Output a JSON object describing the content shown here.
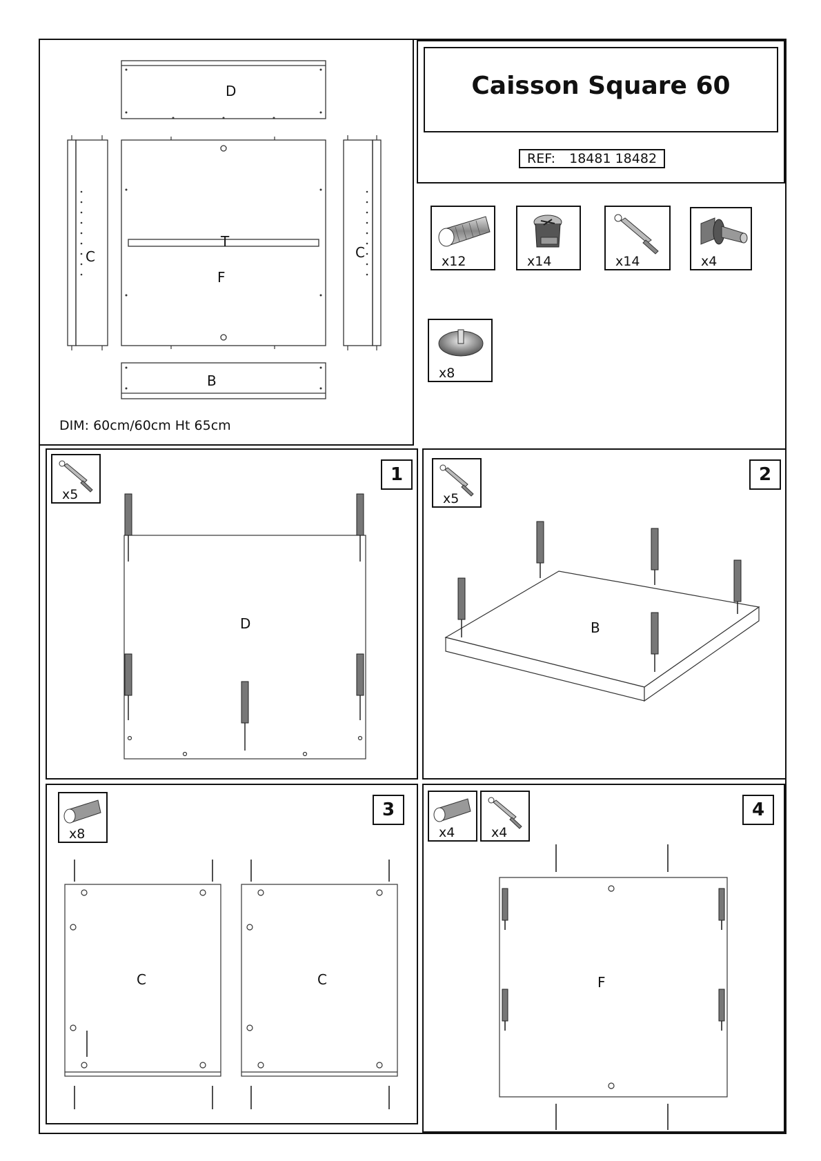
{
  "header": {
    "title": "Caisson Square 60",
    "ref_label": "REF:",
    "ref_values": "18481 18482"
  },
  "overview": {
    "dimensions": "DIM: 60cm/60cm Ht 65cm",
    "panels": {
      "top": "D",
      "left": "C",
      "right": "C",
      "middle": "F",
      "shelf": "T",
      "bottom": "B"
    }
  },
  "hardware": [
    {
      "icon": "wooden-dowel-icon",
      "count": "x12"
    },
    {
      "icon": "cam-lock-icon",
      "count": "x14"
    },
    {
      "icon": "cam-bolt-icon",
      "count": "x14"
    },
    {
      "icon": "shelf-support-icon",
      "count": "x4"
    },
    {
      "icon": "foot-pad-icon",
      "count": "x8"
    }
  ],
  "steps": [
    {
      "number": "1",
      "hardware": [
        {
          "icon": "cam-bolt-icon",
          "count": "x5"
        }
      ],
      "panels": [
        "D"
      ]
    },
    {
      "number": "2",
      "hardware": [
        {
          "icon": "cam-bolt-icon",
          "count": "x5"
        }
      ],
      "panels": [
        "B"
      ]
    },
    {
      "number": "3",
      "hardware": [
        {
          "icon": "wooden-dowel-icon",
          "count": "x8"
        }
      ],
      "panels": [
        "C",
        "C"
      ]
    },
    {
      "number": "4",
      "hardware": [
        {
          "icon": "wooden-dowel-icon",
          "count": "x4"
        },
        {
          "icon": "cam-bolt-icon",
          "count": "x4"
        }
      ],
      "panels": [
        "F"
      ]
    }
  ]
}
